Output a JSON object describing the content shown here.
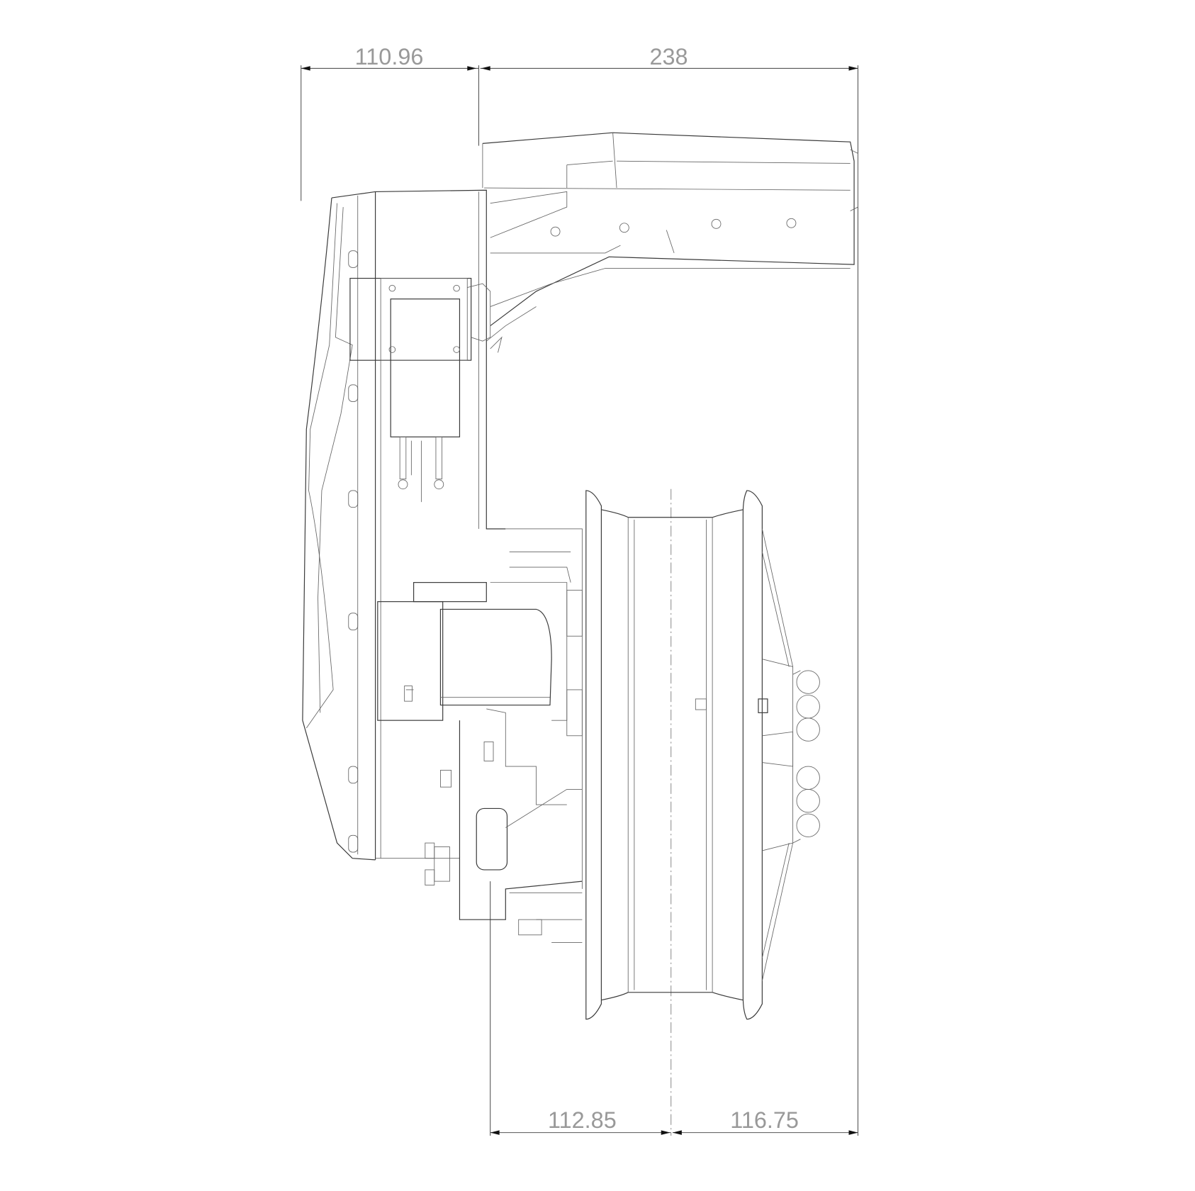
{
  "dimensions": {
    "top_left": "110.96",
    "top_right": "238",
    "bottom_left": "112.85",
    "bottom_right": "116.75"
  }
}
